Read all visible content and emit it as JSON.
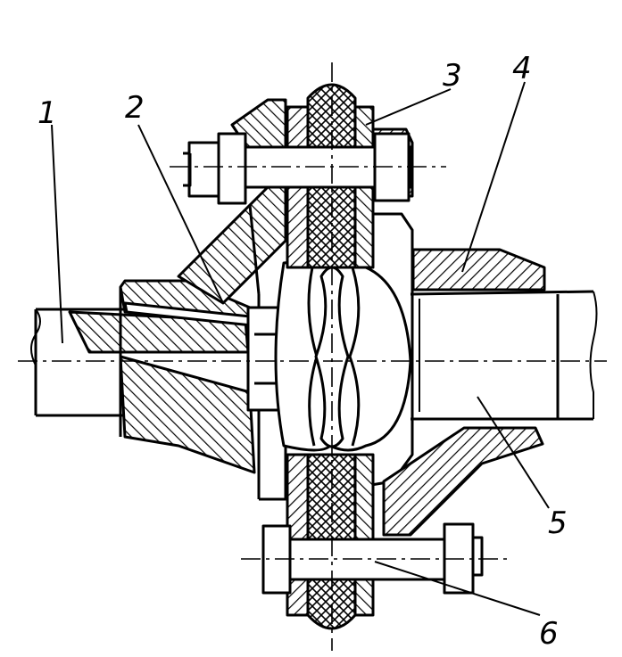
{
  "figure": {
    "background": "#ffffff",
    "ink": "#000000",
    "callouts": [
      {
        "id": "1",
        "label": "1"
      },
      {
        "id": "2",
        "label": "2"
      },
      {
        "id": "3",
        "label": "3"
      },
      {
        "id": "4",
        "label": "4"
      },
      {
        "id": "5",
        "label": "5"
      },
      {
        "id": "6",
        "label": "6"
      }
    ]
  }
}
